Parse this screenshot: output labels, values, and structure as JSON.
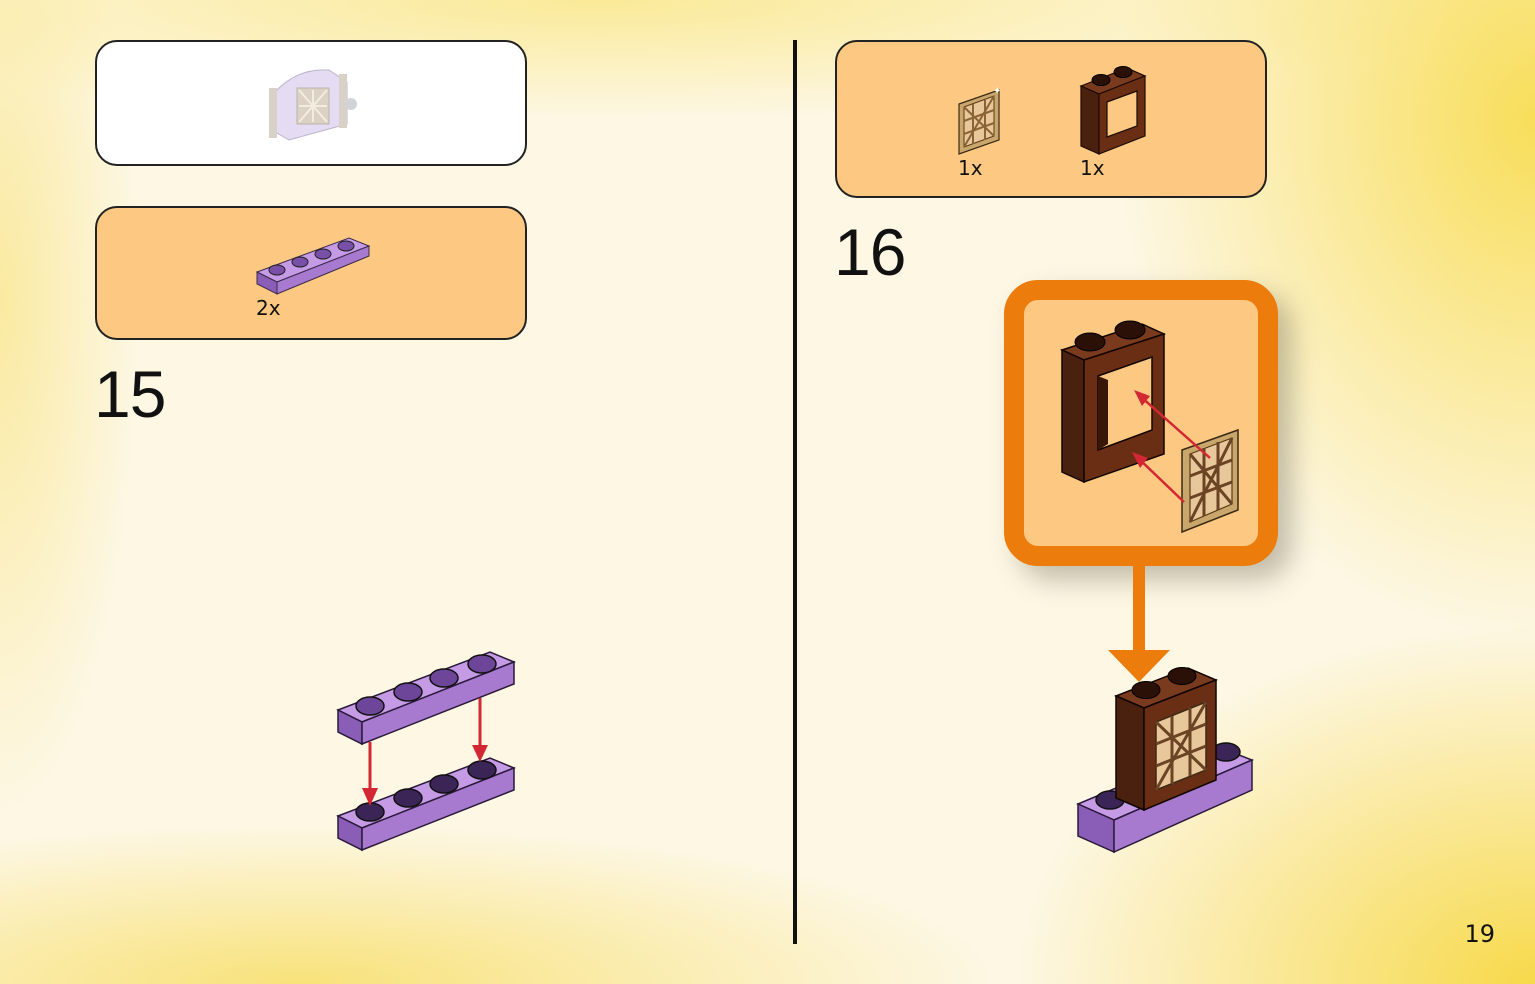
{
  "page": {
    "number": "19"
  },
  "step15": {
    "number": "15",
    "parts": [
      {
        "name": "purple-plate-1x4",
        "qty": "2x"
      }
    ],
    "colors": {
      "plate": "#a779cf",
      "plate_dark": "#8a5db7"
    }
  },
  "step16": {
    "number": "16",
    "parts": [
      {
        "name": "lattice-pane",
        "qty": "1x"
      },
      {
        "name": "brown-window-frame",
        "qty": "1x"
      }
    ],
    "colors": {
      "callout": "#ec7c0c",
      "frame": "#5a2a14",
      "lattice": "#e8c79a"
    }
  },
  "colors": {
    "panel_bg": "#fdc982",
    "background": "#fdf7e4"
  }
}
